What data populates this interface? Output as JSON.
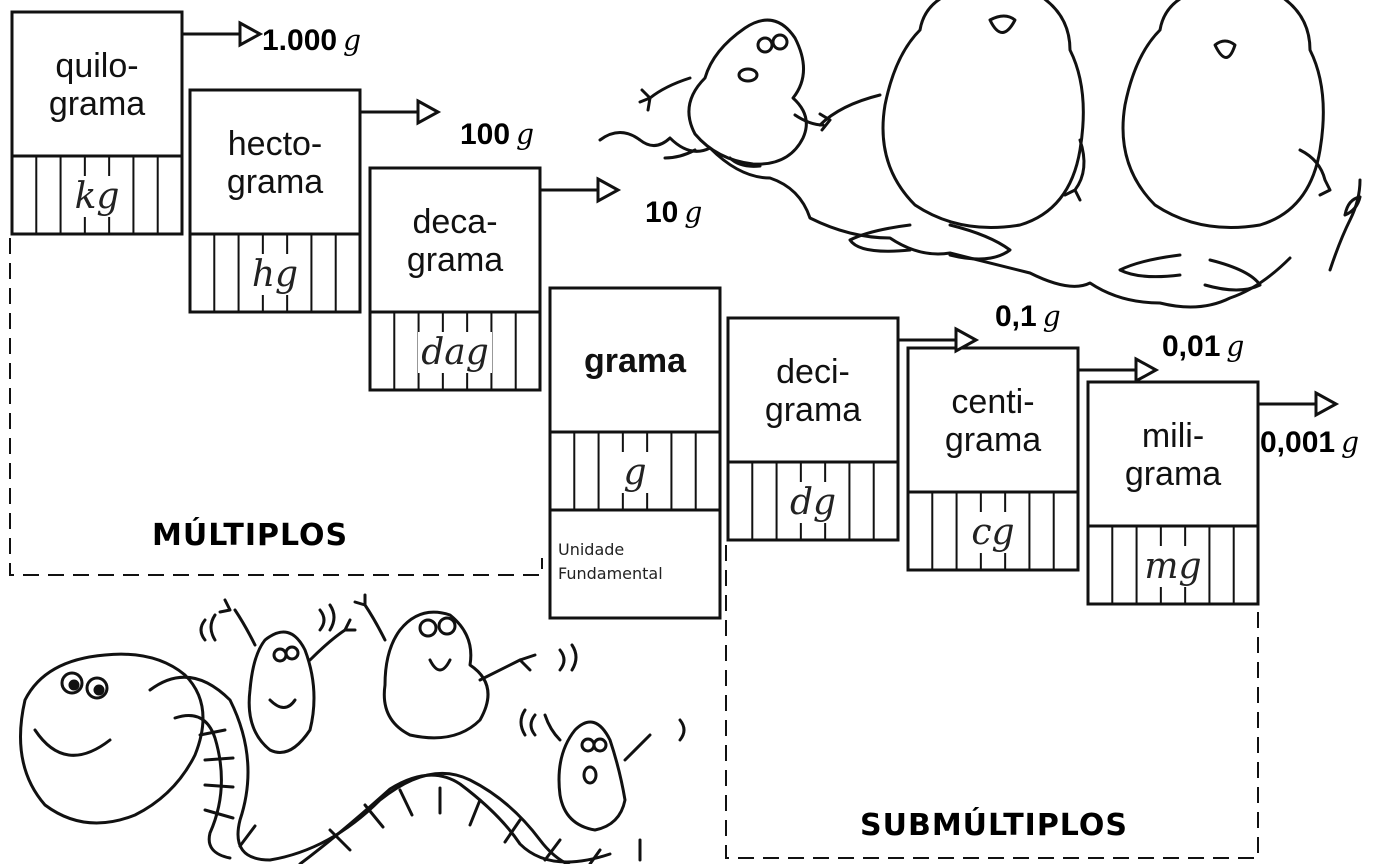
{
  "units": [
    {
      "id": "kg",
      "name_top": "quilo-",
      "name_bottom": "grama",
      "symbol": "kg",
      "value": "1.000",
      "value_unit": "g",
      "bold": false
    },
    {
      "id": "hg",
      "name_top": "hecto-",
      "name_bottom": "grama",
      "symbol": "hg",
      "value": "100",
      "value_unit": "g",
      "bold": false
    },
    {
      "id": "dag",
      "name_top": "deca-",
      "name_bottom": "grama",
      "symbol": "dag",
      "value": "10",
      "value_unit": "g",
      "bold": false
    },
    {
      "id": "g",
      "name_top": "grama",
      "name_bottom": "",
      "symbol": "g",
      "value": "",
      "value_unit": "",
      "bold": true
    },
    {
      "id": "dg",
      "name_top": "deci-",
      "name_bottom": "grama",
      "symbol": "dg",
      "value": "0,1",
      "value_unit": "g",
      "bold": false
    },
    {
      "id": "cg",
      "name_top": "centi-",
      "name_bottom": "grama",
      "symbol": "cg",
      "value": "0,01",
      "value_unit": "g",
      "bold": false
    },
    {
      "id": "mg",
      "name_top": "mili-",
      "name_bottom": "grama",
      "symbol": "mg",
      "value": "0,001",
      "value_unit": "g",
      "bold": false
    }
  ],
  "fundamental_note": {
    "line1": "Unidade",
    "line2": "Fundamental"
  },
  "groups": {
    "multiples": "MÚLTIPLOS",
    "submultiples": "SUBMÚLTIPLOS"
  },
  "colors": {
    "ink": "#111111",
    "background": "#ffffff"
  },
  "decorations": [
    "cartoon-characters-holding-hands",
    "cartoon-snake-slide-with-characters"
  ]
}
